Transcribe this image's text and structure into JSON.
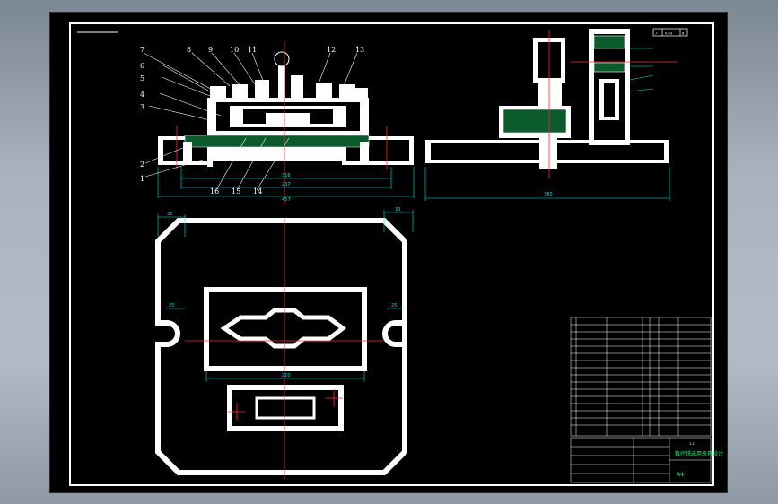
{
  "drawing": {
    "part_numbers": [
      "1",
      "2",
      "3",
      "4",
      "5",
      "6",
      "7",
      "8",
      "9",
      "10",
      "11",
      "12",
      "13",
      "14",
      "15",
      "16"
    ],
    "dims_front": [
      "316",
      "237",
      "457"
    ],
    "dims_side": [
      "380"
    ],
    "dims_plan": [
      "30",
      "30",
      "25",
      "25",
      "210"
    ],
    "tolerance_frame": [
      "↗",
      "0.03",
      "B"
    ],
    "title_block": {
      "drawing_title": "数控铣床用夹具设计",
      "sheet_size": "A4",
      "scale_label": "1:1"
    }
  },
  "colors": {
    "background": "#000000",
    "outline": "#ffffff",
    "hatch": "#0a5a2c",
    "dimension": "#00e5e5",
    "centerline": "#ff2a2a",
    "title_text": "#00ff66"
  }
}
